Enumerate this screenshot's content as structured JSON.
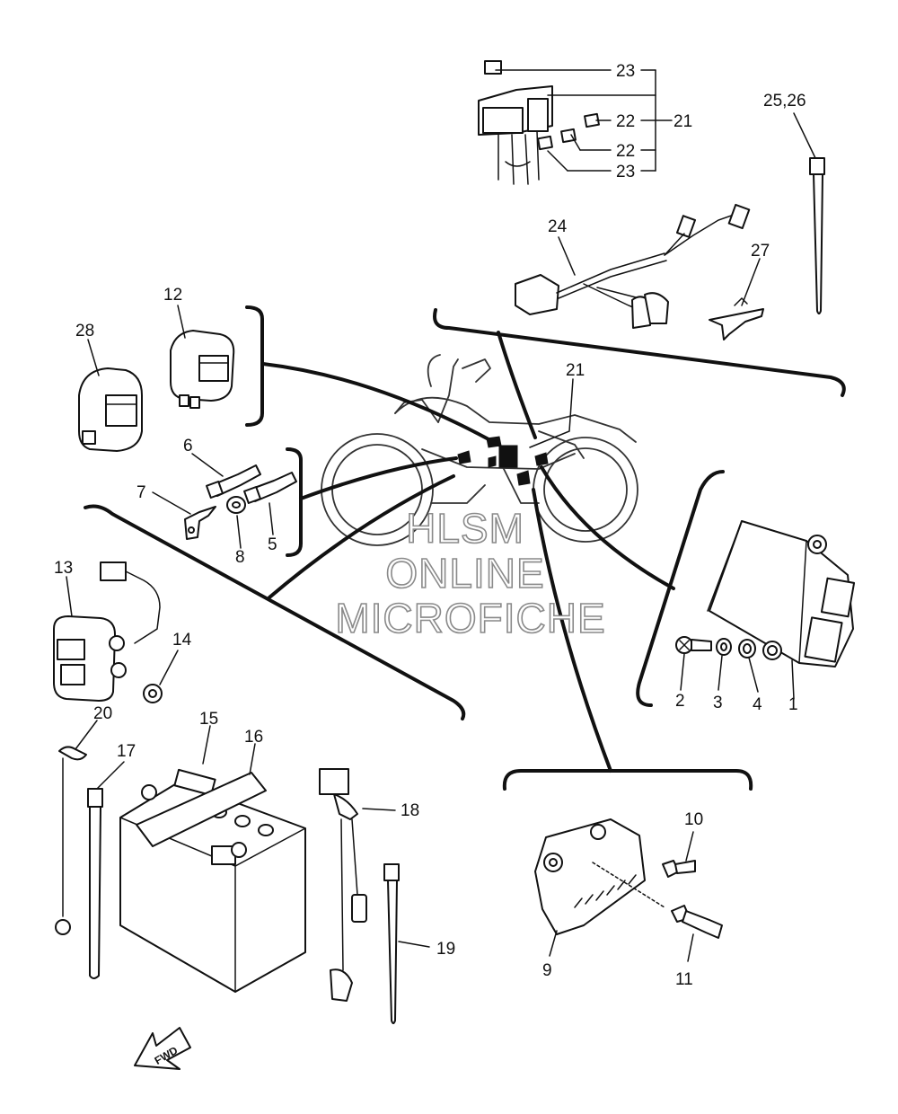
{
  "callouts": {
    "c1": "1",
    "c2": "2",
    "c3": "3",
    "c4": "4",
    "c5": "5",
    "c6": "6",
    "c7": "7",
    "c8": "8",
    "c9": "9",
    "c10": "10",
    "c11": "11",
    "c12": "12",
    "c13": "13",
    "c14": "14",
    "c15": "15",
    "c16": "16",
    "c17": "17",
    "c18": "18",
    "c19": "19",
    "c20": "20",
    "c21_top": "21",
    "c21_mid": "21",
    "c22_a": "22",
    "c22_b": "22",
    "c23_a": "23",
    "c23_b": "23",
    "c24": "24",
    "c2526": "25,26",
    "c27": "27",
    "c28": "28"
  },
  "watermark": {
    "line1": "HLSM",
    "line2": "ONLINE",
    "line3": "MICROFICHE"
  },
  "direction_arrow": {
    "label": "FWD"
  },
  "colors": {
    "ink": "#111111",
    "watermark_outline": "#8a8a8a",
    "background": "#ffffff"
  }
}
